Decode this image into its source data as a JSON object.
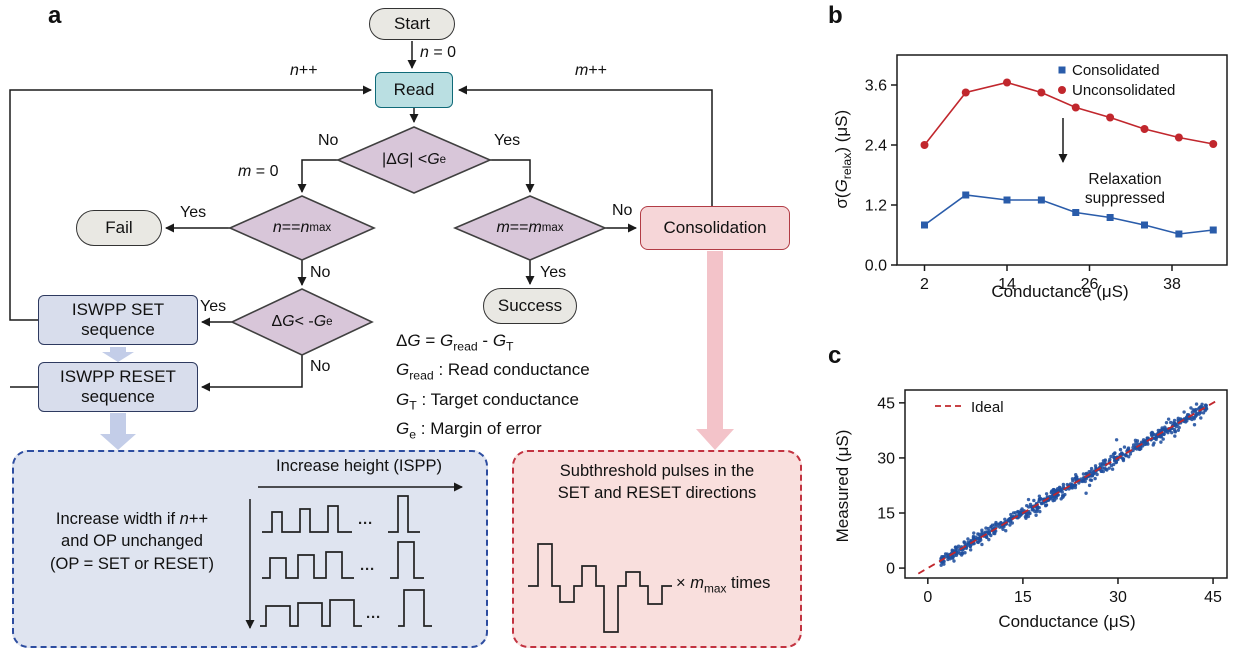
{
  "figure": {
    "panel_labels": {
      "a": "a",
      "b": "b",
      "c": "c"
    }
  },
  "colors": {
    "pill-fill": "#e9e8e3",
    "node-border": "#333333",
    "read-fill": "#badfe2",
    "read-border": "#0f6a78",
    "diamond-fill": "#d8c6d9",
    "diamond-border": "#404040",
    "iswpp-fill": "#d8ddec",
    "iswpp-border": "#2e3a60",
    "consol-fill": "#f6d6d8",
    "consol-border": "#b23c45",
    "blue-panel-fill": "#dfe4f0",
    "blue-panel-border": "#2d4da0",
    "pink-panel-fill": "#f9dfdd",
    "pink-panel-border": "#c23340",
    "thick-blue": "#c3cde8",
    "thick-pink": "#f3c3c9",
    "line-color": "#1a1a1a"
  },
  "flowchart": {
    "nodes": {
      "start": "Start",
      "read": "Read",
      "fail": "Fail",
      "success": "Success",
      "consolidation": "Consolidation",
      "iswpp_set": "ISWPP SET sequence",
      "iswpp_reset": "ISWPP RESET sequence"
    },
    "conditions": {
      "d1": [
        {
          "t": "|Δ"
        },
        {
          "t": "G",
          "i": true
        },
        {
          "t": "| < "
        },
        {
          "t": "G",
          "i": true
        },
        {
          "t": "e",
          "sub": true
        }
      ],
      "d2": [
        {
          "t": "n",
          "i": true
        },
        {
          "t": " == "
        },
        {
          "t": "n",
          "i": true
        },
        {
          "t": "max",
          "sub": true
        }
      ],
      "d3": [
        {
          "t": "Δ"
        },
        {
          "t": "G",
          "i": true
        },
        {
          "t": " < -"
        },
        {
          "t": "G",
          "i": true
        },
        {
          "t": "e",
          "sub": true
        }
      ],
      "d4": [
        {
          "t": "m",
          "i": true
        },
        {
          "t": " == "
        },
        {
          "t": "m",
          "i": true
        },
        {
          "t": "max",
          "sub": true
        }
      ]
    },
    "edge_labels": {
      "n_init": [
        {
          "t": "n",
          "i": true
        },
        {
          "t": " = 0"
        }
      ],
      "n_inc": [
        {
          "t": "n",
          "i": true
        },
        {
          "t": "++"
        }
      ],
      "m_inc": [
        {
          "t": "m",
          "i": true
        },
        {
          "t": "++"
        }
      ],
      "m_reset": [
        {
          "t": "m",
          "i": true
        },
        {
          "t": " = 0"
        }
      ],
      "yes": "Yes",
      "no": "No"
    },
    "legend": {
      "l1": [
        {
          "t": "Δ"
        },
        {
          "t": "G",
          "i": true
        },
        {
          "t": " = "
        },
        {
          "t": "G",
          "i": true
        },
        {
          "t": "read",
          "sub": true
        },
        {
          "t": " - "
        },
        {
          "t": "G",
          "i": true
        },
        {
          "t": "T",
          "sub": true
        }
      ],
      "l2": [
        {
          "t": "G",
          "i": true
        },
        {
          "t": "read",
          "sub": true
        },
        {
          "t": " : Read conductance"
        }
      ],
      "l3": [
        {
          "t": "G",
          "i": true
        },
        {
          "t": "T",
          "sub": true
        },
        {
          "t": " : Target conductance"
        }
      ],
      "l4": [
        {
          "t": "G",
          "i": true
        },
        {
          "t": "e",
          "sub": true
        },
        {
          "t": " : Margin of error"
        }
      ]
    },
    "ispp_box": {
      "increase_height": "Increase height (ISPP)",
      "increase_width": [
        {
          "t": "Increase width if "
        },
        {
          "t": "n",
          "i": true
        },
        {
          "t": "++"
        },
        {
          "br": true
        },
        {
          "t": "and OP unchanged"
        },
        {
          "br": true
        },
        {
          "t": "(OP = SET or RESET)"
        }
      ],
      "ellipsis": "···"
    },
    "consolidation_box": {
      "description": [
        {
          "t": "Subthreshold pulses in the"
        },
        {
          "br": true
        },
        {
          "t": "SET and RESET directions"
        }
      ],
      "times": [
        {
          "t": "× "
        },
        {
          "t": "m",
          "i": true
        },
        {
          "t": "max",
          "sub": true
        },
        {
          "t": " times"
        }
      ]
    }
  },
  "chart_data": [
    {
      "panel": "b",
      "type": "line",
      "xlabel": "Conductance (μS)",
      "ylabel": "σ(G_relax) (μS)",
      "ylabel_rich": [
        {
          "t": "σ("
        },
        {
          "t": "G",
          "i": true
        },
        {
          "t": "relax",
          "sub": true
        },
        {
          "t": ") (μS)"
        }
      ],
      "x": [
        2,
        8,
        14,
        19,
        24,
        29,
        34,
        39,
        44
      ],
      "series": [
        {
          "name": "Consolidated",
          "marker": "square",
          "color": "#2a5caa",
          "values": [
            0.8,
            1.4,
            1.3,
            1.3,
            1.05,
            0.95,
            0.8,
            0.62,
            0.7
          ]
        },
        {
          "name": "Unconsolidated",
          "marker": "circle",
          "color": "#c1272d",
          "values": [
            2.4,
            3.45,
            3.65,
            3.45,
            3.15,
            2.95,
            2.72,
            2.55,
            2.42
          ]
        }
      ],
      "xticks": [
        2,
        14,
        26,
        38
      ],
      "yticks": [
        0,
        1.2,
        2.4,
        3.6
      ],
      "ytick_decimals": 1,
      "xlim": [
        -2,
        46
      ],
      "ylim": [
        0,
        4.2
      ],
      "grid": false,
      "legend_position": "top-right",
      "annotation": {
        "text": "Relaxation suppressed",
        "arrow": "down"
      }
    },
    {
      "panel": "c",
      "type": "scatter",
      "xlabel": "Conductance (μS)",
      "ylabel": "Measured (μS)",
      "relationship": "measured ≈ target conductance (y = x)",
      "x_range": [
        2,
        44
      ],
      "n_points": 650,
      "noise_sd": 0.85,
      "point_color": "#1f4e9e",
      "ideal_line": {
        "label": "Ideal",
        "slope": 1,
        "intercept": 0,
        "color": "#c1272d",
        "style": "dashed"
      },
      "xticks": [
        0,
        15,
        30,
        45
      ],
      "yticks": [
        0,
        15,
        30,
        45
      ],
      "ytick_decimals": 0,
      "xlim": [
        -3.6,
        47.2
      ],
      "ylim": [
        -2.7,
        48.5
      ],
      "grid": false,
      "legend_position": "top-left"
    }
  ]
}
